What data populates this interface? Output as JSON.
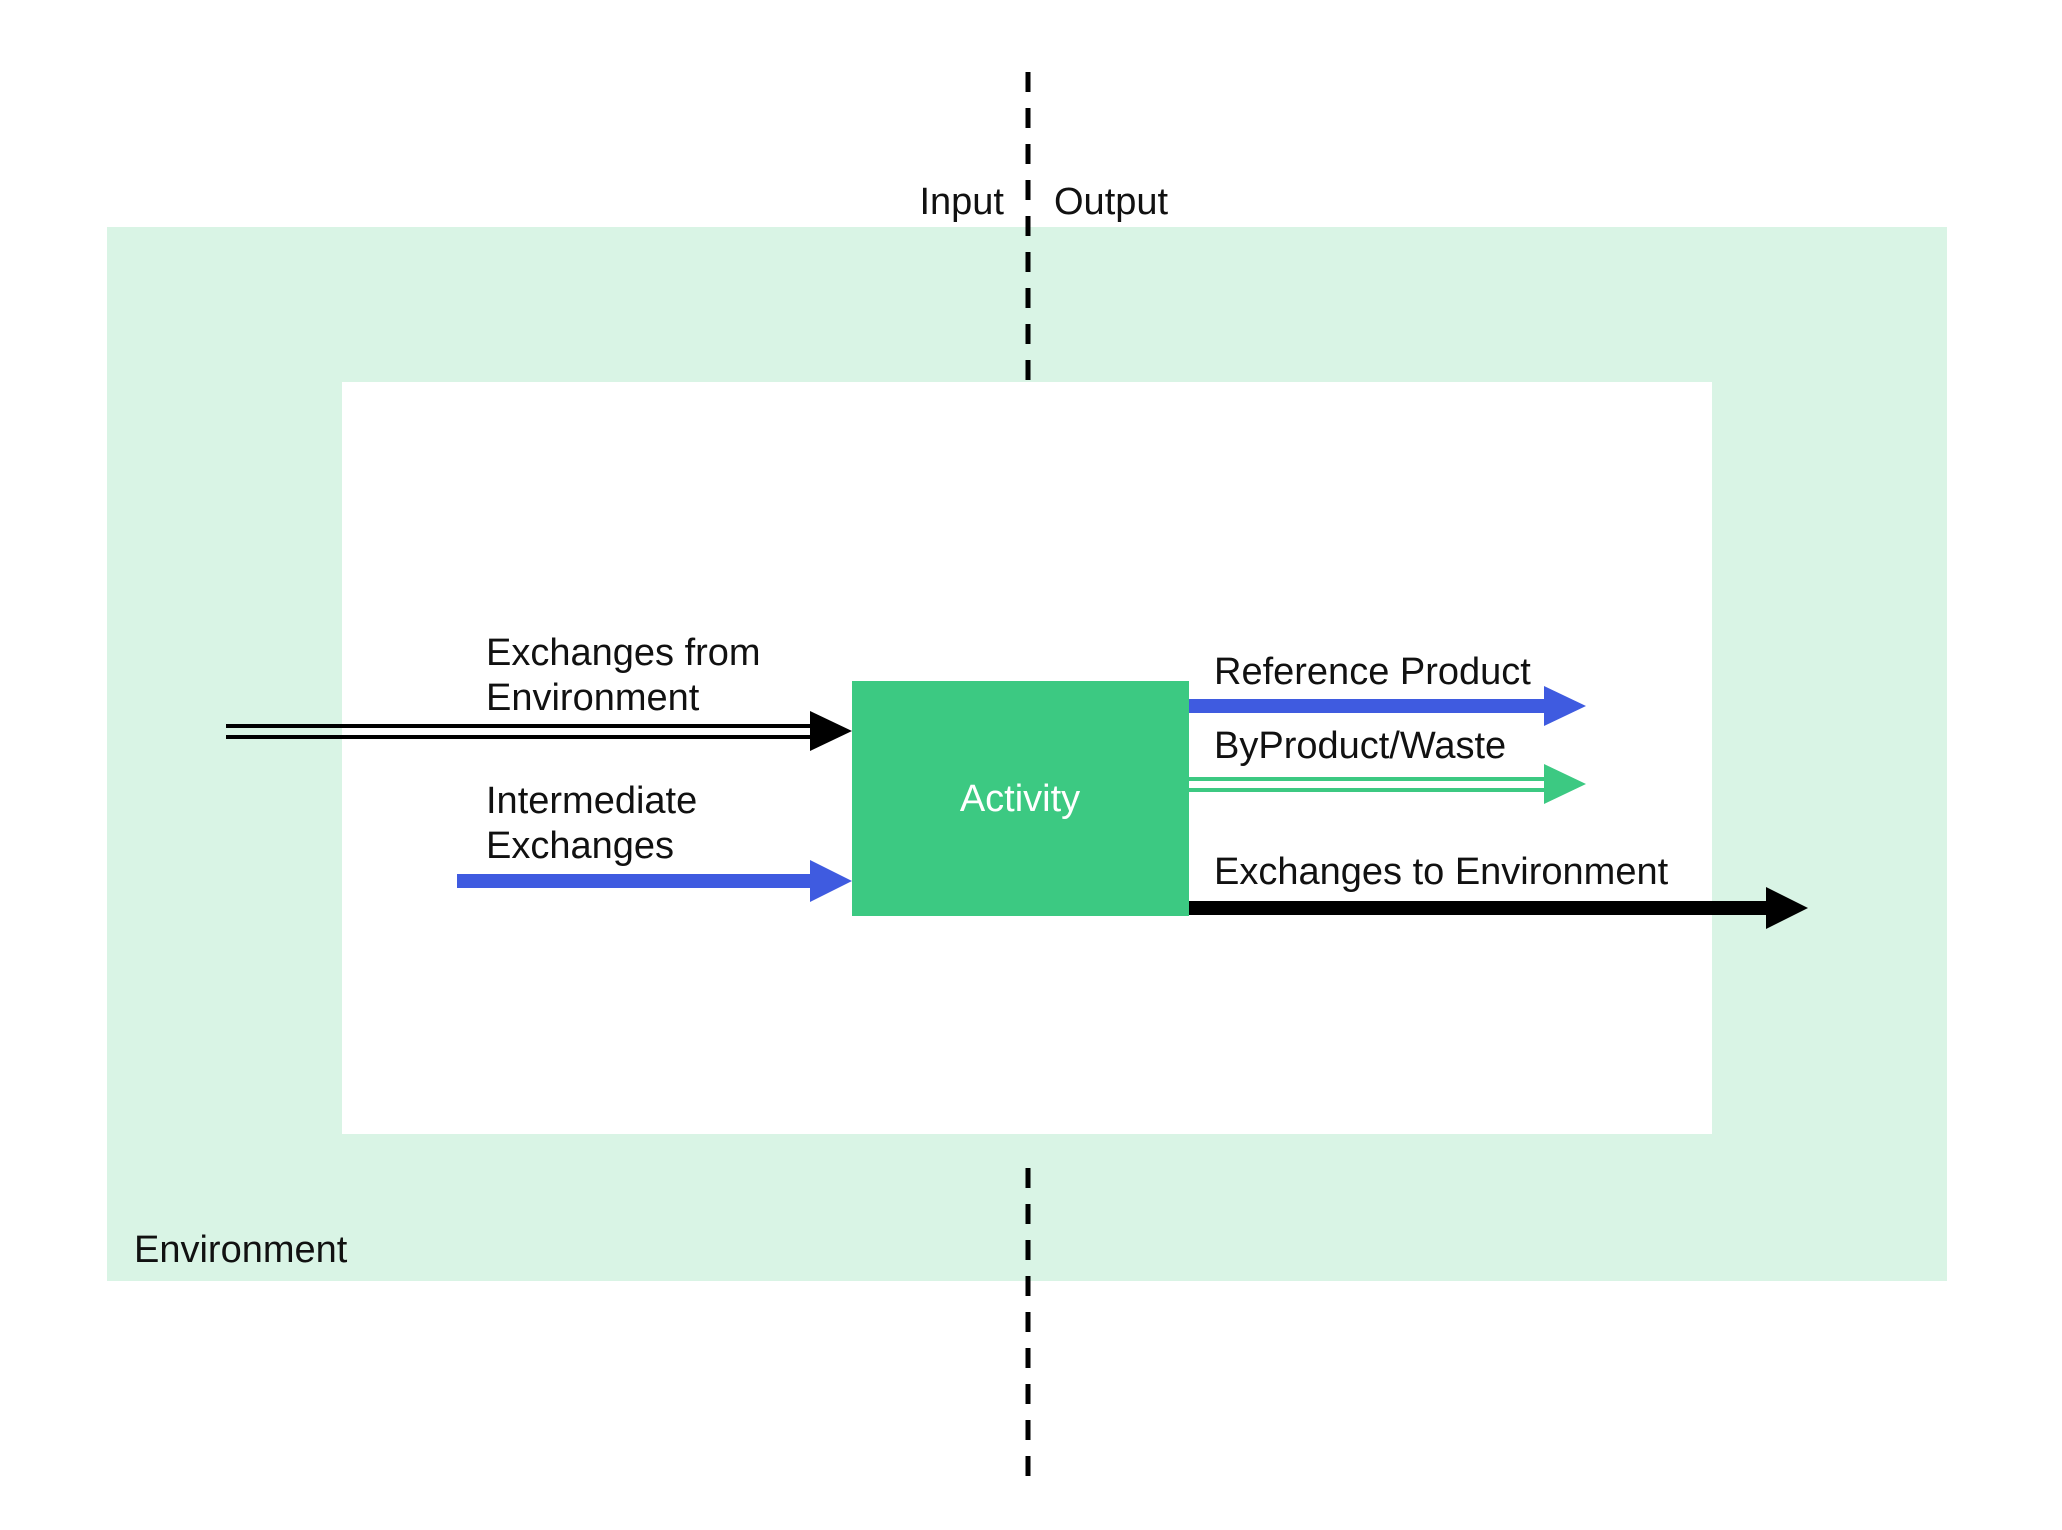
{
  "labels": {
    "input": "Input",
    "output": "Output",
    "environment": "Environment",
    "activity": "Activity",
    "exchanges_from_env_line1": "Exchanges from",
    "exchanges_from_env_line2": "Environment",
    "intermediate_line1": "Intermediate",
    "intermediate_line2": "Exchanges",
    "reference_product": "Reference Product",
    "byproduct_waste": "ByProduct/Waste",
    "exchanges_to_env": "Exchanges to Environment"
  },
  "colors": {
    "environment_fill": "#d9f4e5",
    "activity_fill": "#3cc982",
    "blue_arrow": "#3f5be0",
    "green_arrow": "#3cc982",
    "black_arrow": "#000000",
    "boundary_line": "#000000"
  }
}
